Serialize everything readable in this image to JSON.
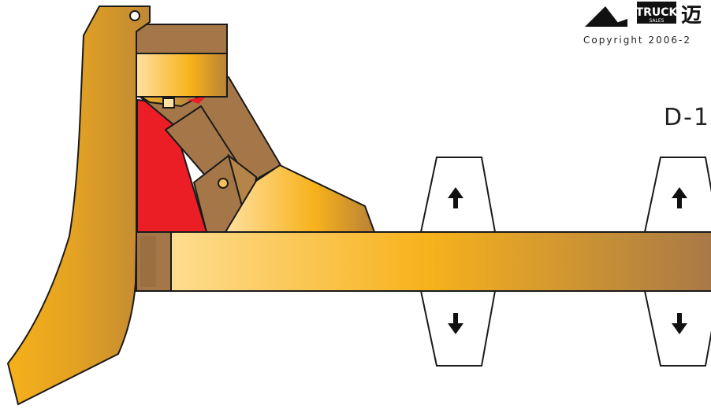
{
  "brand": {
    "logo_text": "TRUCK",
    "logo_subtext": "SALES",
    "logo_cjk": "迈"
  },
  "copyright": "Copyright 2006-2",
  "model_label": "D-1",
  "controls": {
    "left_group": {
      "up": "up-arrow",
      "down": "down-arrow"
    },
    "right_group": {
      "up": "up-arrow",
      "down": "down-arrow"
    }
  },
  "colors": {
    "body_yellow": "#F7B21B",
    "light_yellow": "#FFE2A0",
    "brown": "#A57748",
    "red": "#EB1D25",
    "outline": "#1a1a1a"
  }
}
